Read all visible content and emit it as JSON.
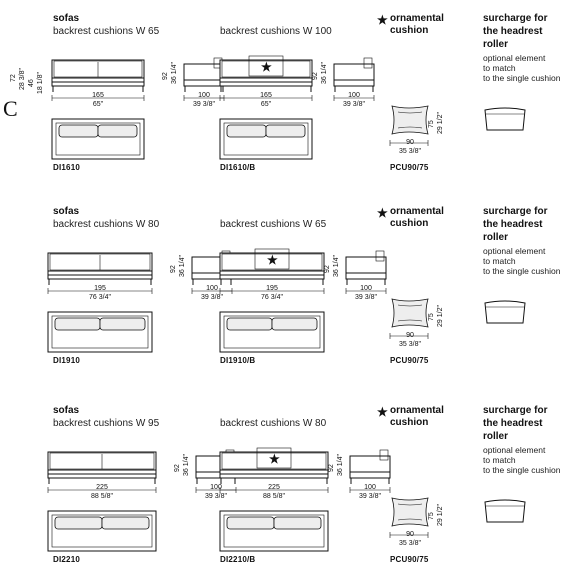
{
  "section_letter": "C",
  "rows": [
    {
      "title": "sofas",
      "a_subtitle": "backrest cushions W 65",
      "b_subtitle": "backrest cushions W 100",
      "dims_height": [
        "72",
        "28 3/8\"",
        "46",
        "18 1/8\""
      ],
      "width_cm": "165",
      "width_in": "65\"",
      "depth_cm": "100",
      "depth_in": "39 3/8\"",
      "side_height": [
        "92",
        "36 1/4\""
      ],
      "b_width_cm": "165",
      "b_width_in": "65\"",
      "b_depth_cm": "100",
      "b_depth_in": "39 3/8\"",
      "b_side_height": [
        "92",
        "36 1/4\""
      ],
      "code_a": "DI1610",
      "code_b": "DI1610/B"
    },
    {
      "title": "sofas",
      "a_subtitle": "backrest cushions W 80",
      "b_subtitle": "backrest cushions W 65",
      "width_cm": "195",
      "width_in": "76 3/4\"",
      "depth_cm": "100",
      "depth_in": "39 3/8\"",
      "side_height": [
        "92",
        "36 1/4\""
      ],
      "b_width_cm": "195",
      "b_width_in": "76 3/4\"",
      "b_depth_cm": "100",
      "b_depth_in": "39 3/8\"",
      "b_side_height": [
        "92",
        "36 1/4\""
      ],
      "code_a": "DI1910",
      "code_b": "DI1910/B"
    },
    {
      "title": "sofas",
      "a_subtitle": "backrest cushions W 95",
      "b_subtitle": "backrest cushions W 80",
      "width_cm": "225",
      "width_in": "88 5/8\"",
      "depth_cm": "100",
      "depth_in": "39 3/8\"",
      "side_height": [
        "92",
        "36 1/4\""
      ],
      "b_width_cm": "225",
      "b_width_in": "88 5/8\"",
      "b_depth_cm": "100",
      "b_depth_in": "39 3/8\"",
      "b_side_height": [
        "92",
        "36 1/4\""
      ],
      "code_a": "DI2210",
      "code_b": "DI2210/B"
    }
  ],
  "ornamental": {
    "star": "★",
    "title_l1": "ornamental",
    "title_l2": "cushion",
    "w_cm": "90",
    "w_in": "35 3/8\"",
    "h_cm": "75",
    "h_in": "29 1/2\"",
    "code": "PCU90/75"
  },
  "surcharge": {
    "title_l1": "surcharge for",
    "title_l2": "the headrest",
    "title_l3": "roller",
    "note_l1": "optional element",
    "note_l2": "to match",
    "note_l3": "to the single cushion"
  }
}
